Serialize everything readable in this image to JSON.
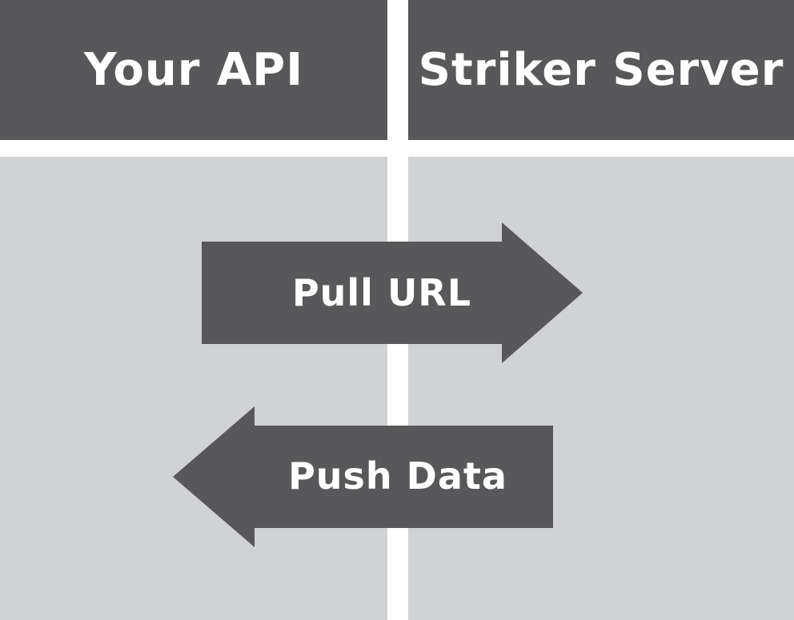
{
  "columns": {
    "left": {
      "title": "Your API"
    },
    "right": {
      "title": "Striker Server"
    }
  },
  "arrows": {
    "pull": {
      "label": "Pull URL",
      "direction": "right"
    },
    "push": {
      "label": "Push Data",
      "direction": "left"
    }
  },
  "colors": {
    "dark": "#58585a",
    "panel": "#d1d2d4",
    "text": "#ffffff",
    "background": "#ffffff"
  }
}
